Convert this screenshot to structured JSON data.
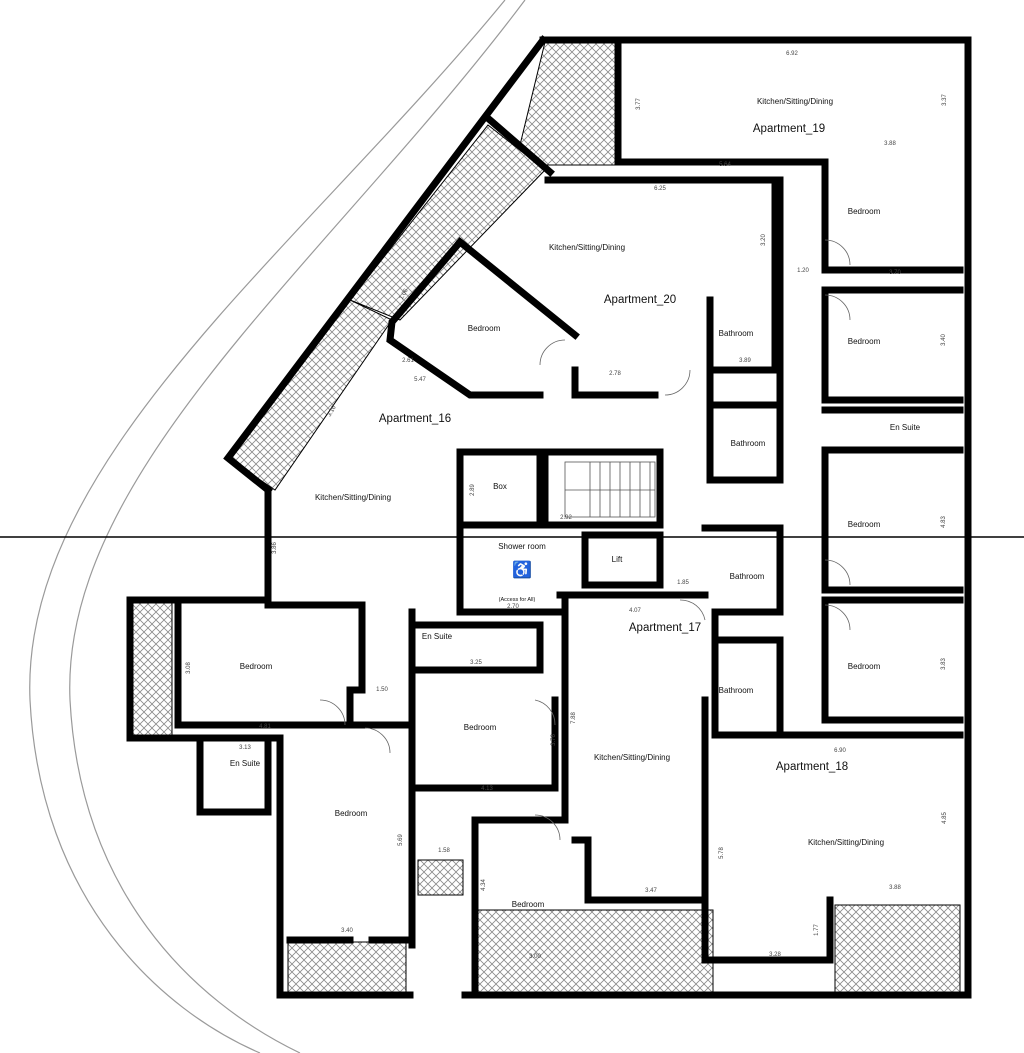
{
  "apartments": [
    {
      "label": "Apartment_19"
    },
    {
      "label": "Apartment_20"
    },
    {
      "label": "Apartment_16"
    },
    {
      "label": "Apartment_17"
    },
    {
      "label": "Apartment_18"
    }
  ],
  "rooms": {
    "kitchen": "Kitchen/Sitting/Dining",
    "bedroom": "Bedroom",
    "bathroom": "Bathroom",
    "en_suite": "En Suite",
    "box": "Box",
    "shower_room": "Shower room",
    "access_note": "(Access for All)",
    "lift": "Lift"
  },
  "dimensions": [
    "6.92",
    "3.77",
    "3.37",
    "5.64",
    "3.88",
    "6.25",
    "3.20",
    "1.20",
    "3.70",
    "3.40",
    "4.83",
    "3.83",
    "6.90",
    "4.85",
    "3.88",
    "3.28",
    "1.77",
    "5.78",
    "3.47",
    "7.88",
    "3.76",
    "4.13",
    "3.00",
    "4.34",
    "5.69",
    "3.40",
    "1.58",
    "3.13",
    "4.81",
    "1.50",
    "3.08",
    "3.86",
    "3.25",
    "2.70",
    "4.07",
    "1.85",
    "3.89",
    "2.78",
    "2.61",
    "5.47",
    "3.16",
    "1.06",
    "2.92",
    "2.89"
  ],
  "colors": {
    "wall": "#000000",
    "road": "#9a9a9a",
    "hatch": "#8a8a8a"
  }
}
